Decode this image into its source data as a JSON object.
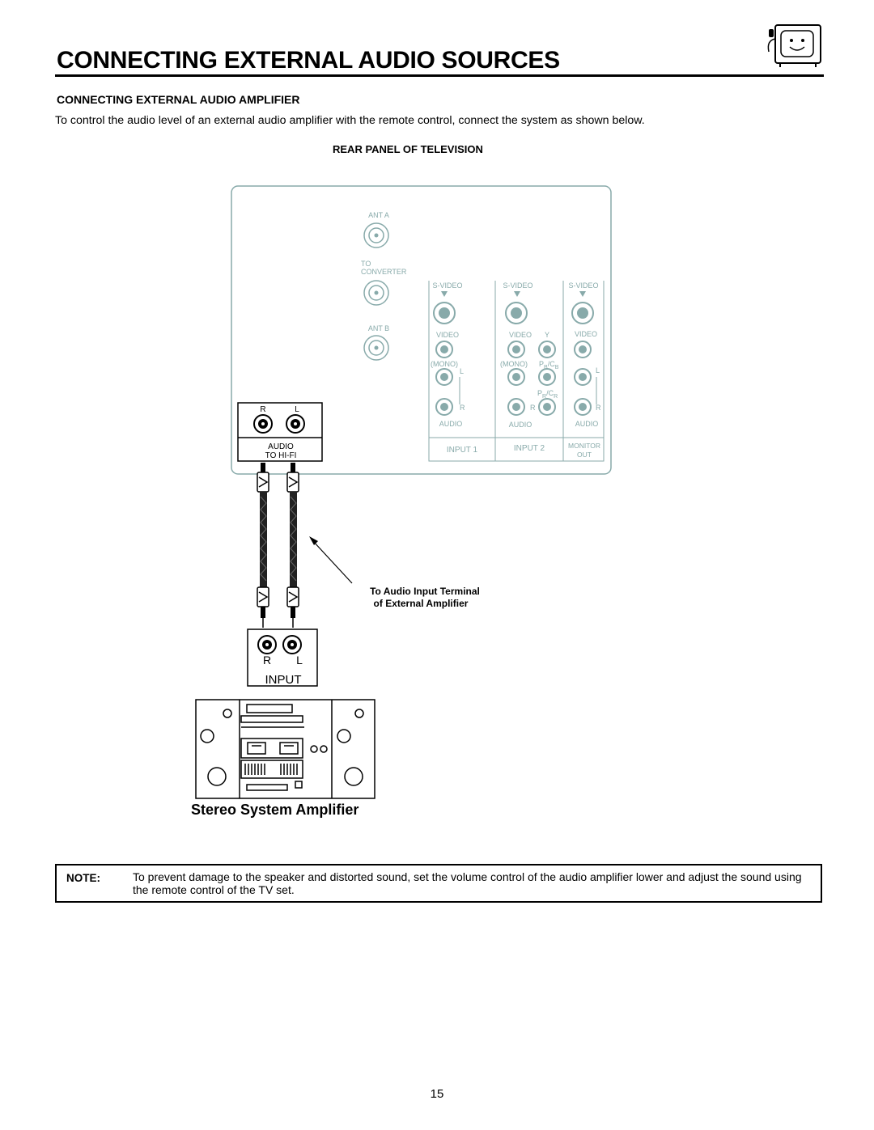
{
  "header": {
    "title": "CONNECTING EXTERNAL AUDIO SOURCES",
    "icon": "tv-mascot-icon"
  },
  "section": {
    "heading": "CONNECTING EXTERNAL AUDIO AMPLIFIER",
    "intro": "To control the audio level of an external audio amplifier with the remote control, connect the system as shown below."
  },
  "diagram": {
    "title": "REAR PANEL OF TELEVISION",
    "tv_panel": {
      "ant_a": "ANT A",
      "to_converter_1": "TO",
      "to_converter_2": "CONVERTER",
      "ant_b": "ANT B",
      "hifi_r": "R",
      "hifi_l": "L",
      "hifi_label_1": "AUDIO",
      "hifi_label_2": "TO HI-FI",
      "s_video": "S-VIDEO",
      "video": "VIDEO",
      "mono": "(MONO)",
      "l": "L",
      "r": "R",
      "audio": "AUDIO",
      "input_1": "INPUT 1",
      "input_2": "INPUT 2",
      "y": "Y",
      "pb": "P",
      "pb_sub": "B",
      "cb": "/C",
      "cb_sub": "B",
      "pr": "P",
      "pr_sub": "R",
      "cr": "/C",
      "cr_sub": "R",
      "monitor": "MONITOR",
      "out": "OUT"
    },
    "callout_1": "To Audio Input Terminal",
    "callout_2": "of External Amplifier",
    "amp_input_r": "R",
    "amp_input_l": "L",
    "amp_input_label": "INPUT",
    "amp_caption": "Stereo System Amplifier"
  },
  "note": {
    "label": "NOTE:",
    "text": "To prevent damage to the speaker and distorted sound, set the volume control of the audio amplifier lower and adjust the sound using the remote control of the TV set."
  },
  "page_number": "15"
}
